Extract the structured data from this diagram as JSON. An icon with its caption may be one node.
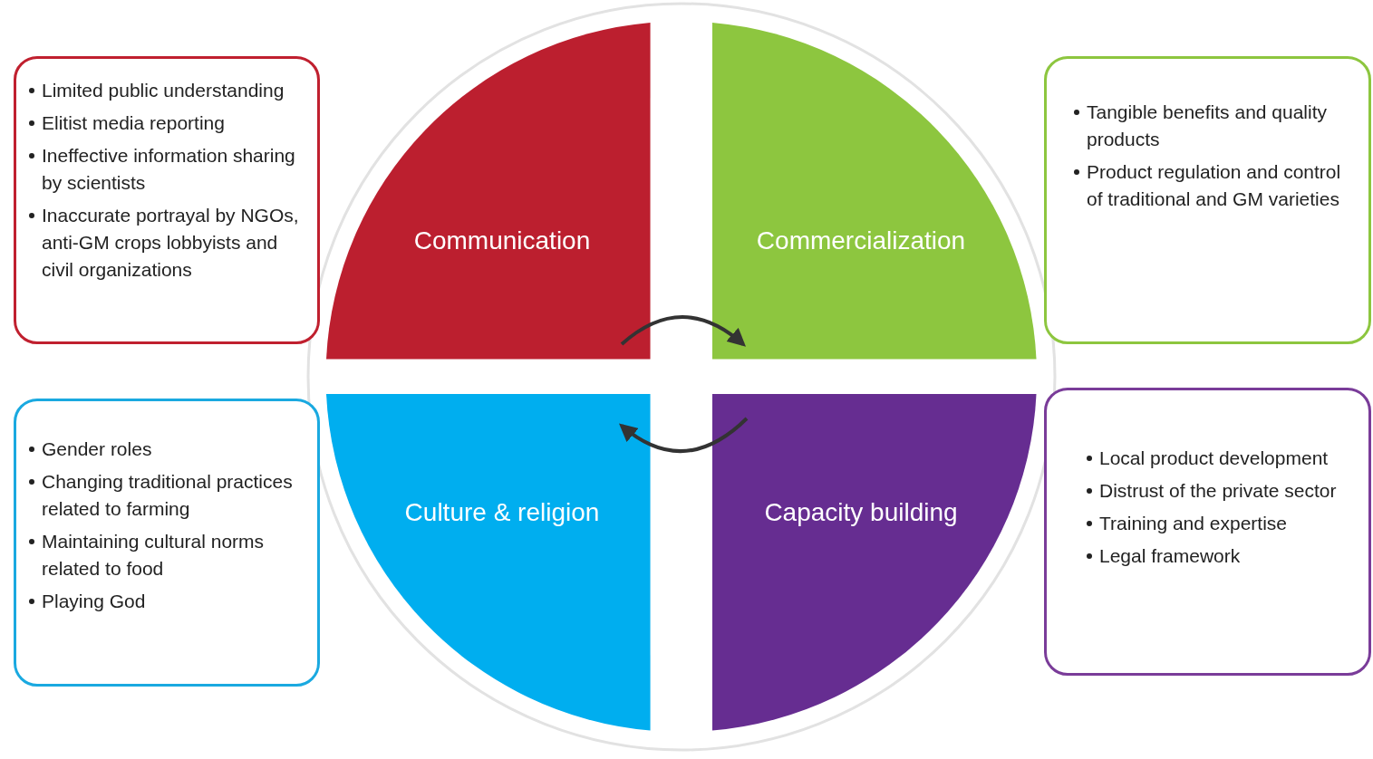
{
  "diagram": {
    "nodes": [
      {
        "text": [
          "Limited public understanding",
          "Elitist media reporting",
          "Ineffective information sharing by scientists",
          "Inaccurate portrayal by NGOs, anti-GM crops lobbyists and civil organizations"
        ]
      },
      {
        "text": [
          "Communication"
        ]
      },
      {
        "text": [
          "Commercialization"
        ]
      },
      {
        "text": [
          "Tangible benefits and quality products",
          "Product regulation and control of traditional and GM varieties"
        ]
      },
      {
        "text": [
          "Gender roles",
          "Changing traditional practices related to farming",
          "Maintaining cultural norms related to food",
          "Playing God"
        ]
      },
      {
        "text": [
          "Culture & religion"
        ]
      },
      {
        "text": [
          "Capacity building"
        ]
      },
      {
        "text": [
          "Local product development",
          "Distrust of the private sector",
          "Training and expertise",
          "Legal framework"
        ]
      }
    ],
    "edges": [
      {
        "from": 1,
        "to": 2,
        "arrow": "to"
      },
      {
        "from": 6,
        "to": 5,
        "arrow": "to"
      }
    ]
  }
}
